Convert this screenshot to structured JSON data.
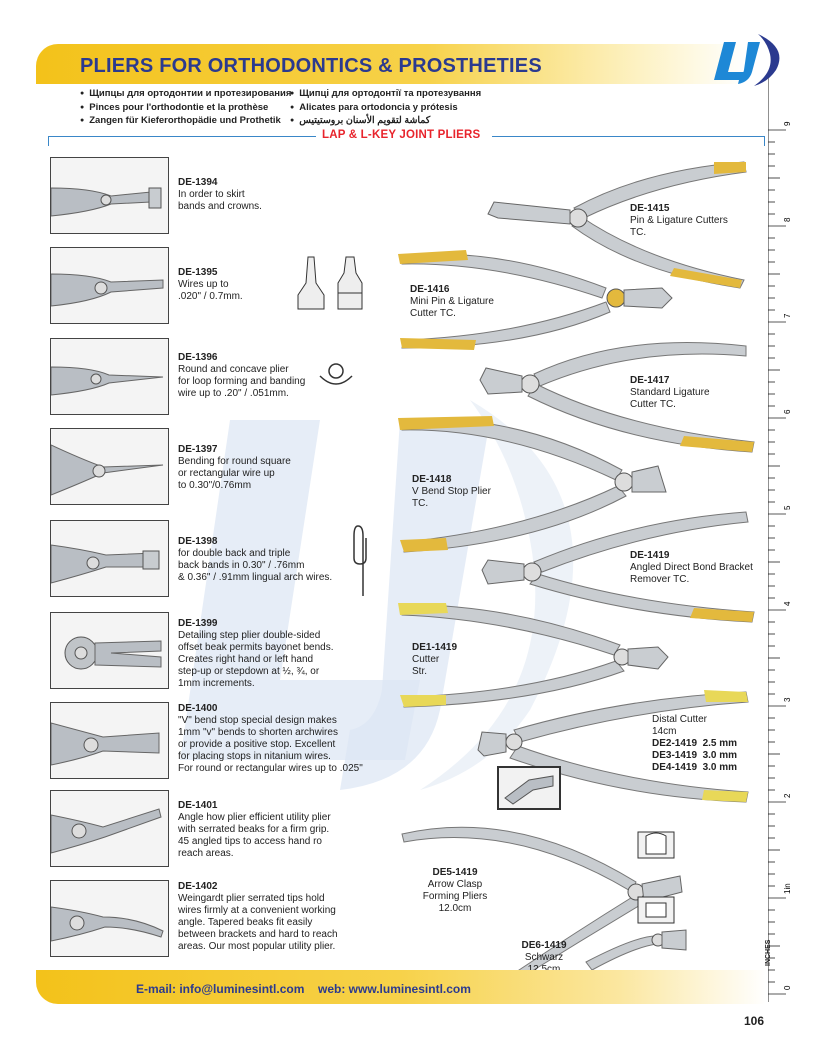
{
  "header": {
    "title": "PLIERS FOR ORTHODONTICS & PROSTHETIES",
    "languages_left": [
      "Щипцы для ортодонтии и протезирования",
      "Pinces pour l'orthodontie et la prothèse",
      "Zangen für Kieferorthopädie und Prothetik"
    ],
    "languages_right": [
      "Щипці для ортодонтії та протезування",
      "Alicates para ortodoncia y prótesis",
      "كماشة لتقويم الأسنان بروستيتيس"
    ]
  },
  "section_title": "LAP & L-KEY JOINT PLIERS",
  "left_items": [
    {
      "code": "DE-1394",
      "desc": [
        "In order to skirt",
        "bands and crowns."
      ]
    },
    {
      "code": "DE-1395",
      "desc": [
        "Wires up to",
        ".020\" / 0.7mm."
      ]
    },
    {
      "code": "DE-1396",
      "desc": [
        "Round and concave plier",
        "for loop forming and banding",
        "wire up to .20\" / .051mm."
      ]
    },
    {
      "code": "DE-1397",
      "desc": [
        "Bending for round square",
        "or rectangular wire up",
        "to 0.30\"/0.76mm"
      ]
    },
    {
      "code": "DE-1398",
      "desc": [
        "for double back and triple",
        "back bands in 0.30\" / .76mm",
        "& 0.36\" / .91mm lingual arch wires."
      ]
    },
    {
      "code": "DE-1399",
      "desc": [
        "Detailing step plier double-sided",
        "offset beak permits bayonet bends.",
        "Creates right hand or left hand",
        "step-up or stepdown at ½, ¾, or",
        "1mm increments."
      ]
    },
    {
      "code": "DE-1400",
      "desc": [
        "\"V\" bend stop special design makes",
        "1mm \"v\" bends to shorten archwires",
        "or provide a positive stop. Excellent",
        "for placing stops in nitanium wires.",
        "For round or rectangular wires up to .025\""
      ]
    },
    {
      "code": "DE-1401",
      "desc": [
        "Angle how plier efficient utility plier",
        "with serrated beaks for a firm grip.",
        "45 angled tips to access hand ro",
        "reach areas."
      ]
    },
    {
      "code": "DE-1402",
      "desc": [
        "Weingardt plier serrated tips hold",
        "wires firmly at a convenient working",
        "angle. Tapered beaks fit easily",
        "between brackets and hard to reach",
        "areas. Our most popular utility plier."
      ]
    }
  ],
  "right_items": {
    "de1415": {
      "code": "DE-1415",
      "desc": [
        "Pin & Ligature Cutters",
        "TC."
      ]
    },
    "de1416": {
      "code": "DE-1416",
      "desc": [
        "Mini Pin & Ligature",
        "Cutter TC."
      ]
    },
    "de1417": {
      "code": "DE-1417",
      "desc": [
        "Standard Ligature",
        "Cutter TC."
      ]
    },
    "de1418": {
      "code": "DE-1418",
      "desc": [
        "V Bend Stop Plier",
        "TC."
      ]
    },
    "de1419": {
      "code": "DE-1419",
      "desc": [
        "Angled Direct Bond Bracket",
        "Remover TC."
      ]
    },
    "de1_1419": {
      "code": "DE1-1419",
      "desc": [
        "Cutter",
        "Str."
      ]
    },
    "distal": {
      "title": "Distal Cutter",
      "size": "14cm",
      "specs": [
        "DE2-1419  2.5 mm",
        "DE3-1419  3.0 mm",
        "DE4-1419  3.0 mm"
      ]
    },
    "de5_1419": {
      "code": "DE5-1419",
      "desc": [
        "Arrow Clasp",
        "Forming Pliers",
        "12.0cm"
      ]
    },
    "de6_1419": {
      "code": "DE6-1419",
      "desc": [
        "Schwarz",
        "12.5cm"
      ]
    }
  },
  "ruler": {
    "label": "INCHES",
    "numbers": [
      "1in",
      "2",
      "3",
      "4",
      "5",
      "6",
      "7",
      "8",
      "9"
    ],
    "zero": "0"
  },
  "footer": {
    "email": "E-mail: info@luminesintl.com",
    "web": "web: www.luminesintl.com",
    "page_number": "106"
  },
  "colors": {
    "brand_blue": "#2b3a8f",
    "accent_yellow": "#f3c21a",
    "section_red": "#e8242c",
    "rule_blue": "#3a87c8"
  }
}
